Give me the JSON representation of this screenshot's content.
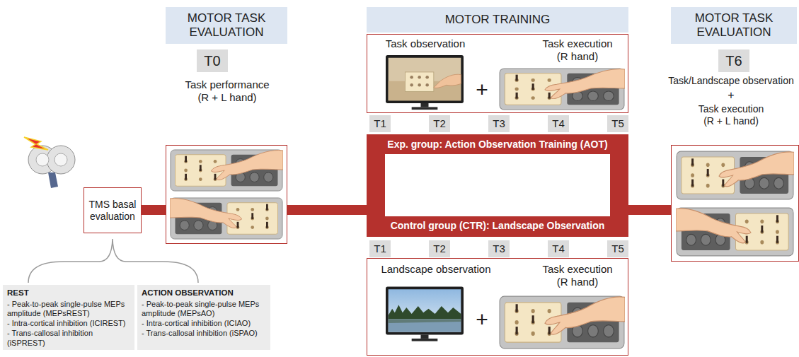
{
  "diagram": {
    "nodes": [
      {
        "text": [
          "MOTOR TASK EVALUATION"
        ]
      },
      {
        "text": [
          "MOTOR TRAINING"
        ]
      },
      {
        "text": [
          "MOTOR TASK EVALUATION"
        ]
      },
      {
        "text": [
          "T0"
        ]
      },
      {
        "text": [
          "TMS basal evaluation"
        ]
      },
      {
        "text": [
          "REST",
          "- Peak-to-peak single-pulse MEPs amplitude (MEPsREST)",
          "- Intra-cortical inhibition (ICIREST)",
          "- Trans-callosal inhibition (iSPREST)"
        ]
      },
      {
        "text": [
          "ACTION OBSERVATION",
          "- Peak-to-peak single-pulse MEPs amplitude (MEPsAO)",
          "- Intra-cortical inhibition (ICIAO)",
          "- Trans-callosal inhibition (iSPAO)"
        ]
      },
      {
        "text": [
          "Task performance (R + L hand)"
        ]
      },
      {
        "text": [
          "Task observation",
          "+",
          "Task execution (R hand)"
        ]
      },
      {
        "text": [
          "T1"
        ]
      },
      {
        "text": [
          "T2"
        ]
      },
      {
        "text": [
          "T3"
        ]
      },
      {
        "text": [
          "T4"
        ]
      },
      {
        "text": [
          "T5"
        ]
      },
      {
        "text": [
          "Exp. group: Action Observation Training (AOT)",
          "Control group (CTR): Landscape Observation"
        ]
      },
      {
        "text": [
          "T1"
        ]
      },
      {
        "text": [
          "T2"
        ]
      },
      {
        "text": [
          "T3"
        ]
      },
      {
        "text": [
          "T4"
        ]
      },
      {
        "text": [
          "T5"
        ]
      },
      {
        "text": [
          "Landscape observation",
          "+",
          "Task execution (R hand)"
        ]
      },
      {
        "text": [
          "T6"
        ]
      },
      {
        "text": [
          "Task/Landscape observation",
          "+",
          "Task execution (R + L hand)"
        ]
      }
    ],
    "edges": [
      {
        "from": 4,
        "to": 7,
        "arrow": "none"
      },
      {
        "from": 7,
        "to": 14,
        "arrow": "none"
      },
      {
        "from": 14,
        "to": 22,
        "arrow": "none"
      }
    ]
  }
}
